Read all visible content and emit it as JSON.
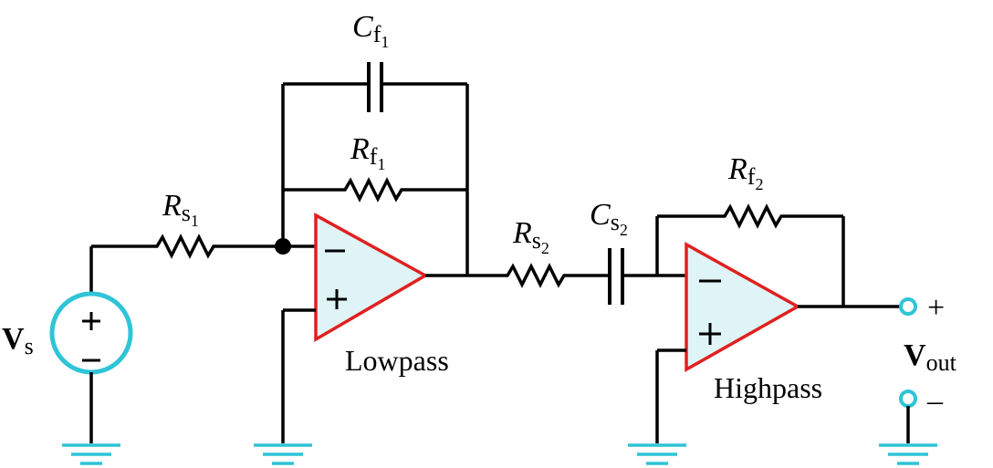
{
  "labels": {
    "cf1": {
      "main": "C",
      "sub": "f",
      "subsub": "1"
    },
    "rf1": {
      "main": "R",
      "sub": "f",
      "subsub": "1"
    },
    "rs1": {
      "main": "R",
      "sub": "s",
      "subsub": "1"
    },
    "rs2": {
      "main": "R",
      "sub": "s",
      "subsub": "2"
    },
    "cs2": {
      "main": "C",
      "sub": "s",
      "subsub": "2"
    },
    "rf2": {
      "main": "R",
      "sub": "f",
      "subsub": "2"
    },
    "vs": {
      "main": "V",
      "sub": "s"
    },
    "vout": {
      "main": "V",
      "sub": "out"
    }
  },
  "signs": {
    "plus": "+",
    "minus": "−",
    "terminal_minus": "–"
  },
  "stage_names": {
    "lowpass": "Lowpass",
    "highpass": "Highpass"
  },
  "colors": {
    "wire": "#000000",
    "opamp_stroke": "#e02020",
    "opamp_fill": "#dff4f6",
    "source_ground": "#2fc4d8"
  }
}
